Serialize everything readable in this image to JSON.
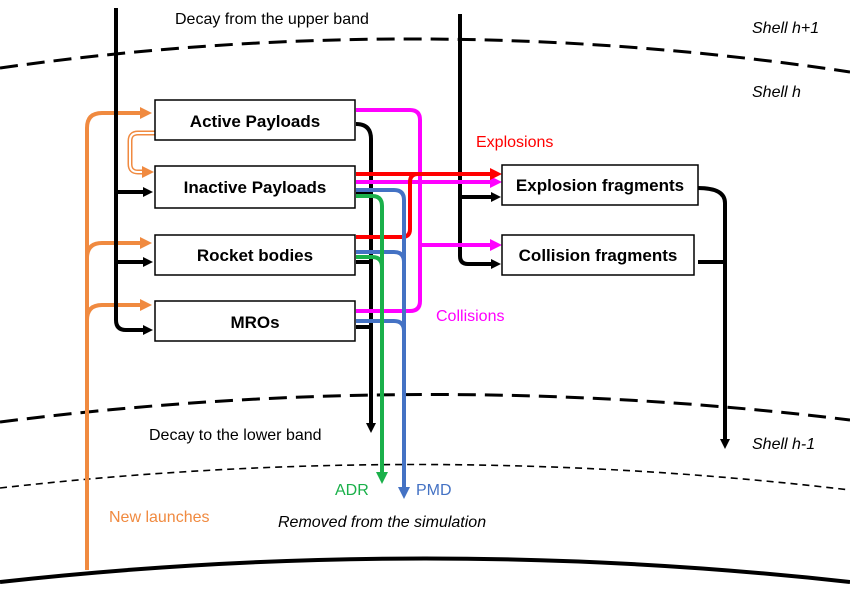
{
  "labels": {
    "decay_upper": "Decay from the upper band",
    "decay_lower": "Decay to the lower band",
    "shell_upper": "Shell h+1",
    "shell_current": "Shell h",
    "shell_lower": "Shell h-1",
    "explosions": "Explosions",
    "collisions": "Collisions",
    "new_launches": "New launches",
    "adr": "ADR",
    "pmd": "PMD",
    "removed": "Removed from the simulation"
  },
  "boxes": {
    "active_payloads": "Active Payloads",
    "inactive_payloads": "Inactive Payloads",
    "rocket_bodies": "Rocket bodies",
    "mros": "MROs",
    "explosion_fragments": "Explosion fragments",
    "collision_fragments": "Collision fragments"
  },
  "colors": {
    "launch": "#f08a40",
    "explosion": "#ff0000",
    "collision": "#ff00ff",
    "adr": "#1ab04a",
    "pmd": "#4472c4",
    "decay": "#000000"
  }
}
